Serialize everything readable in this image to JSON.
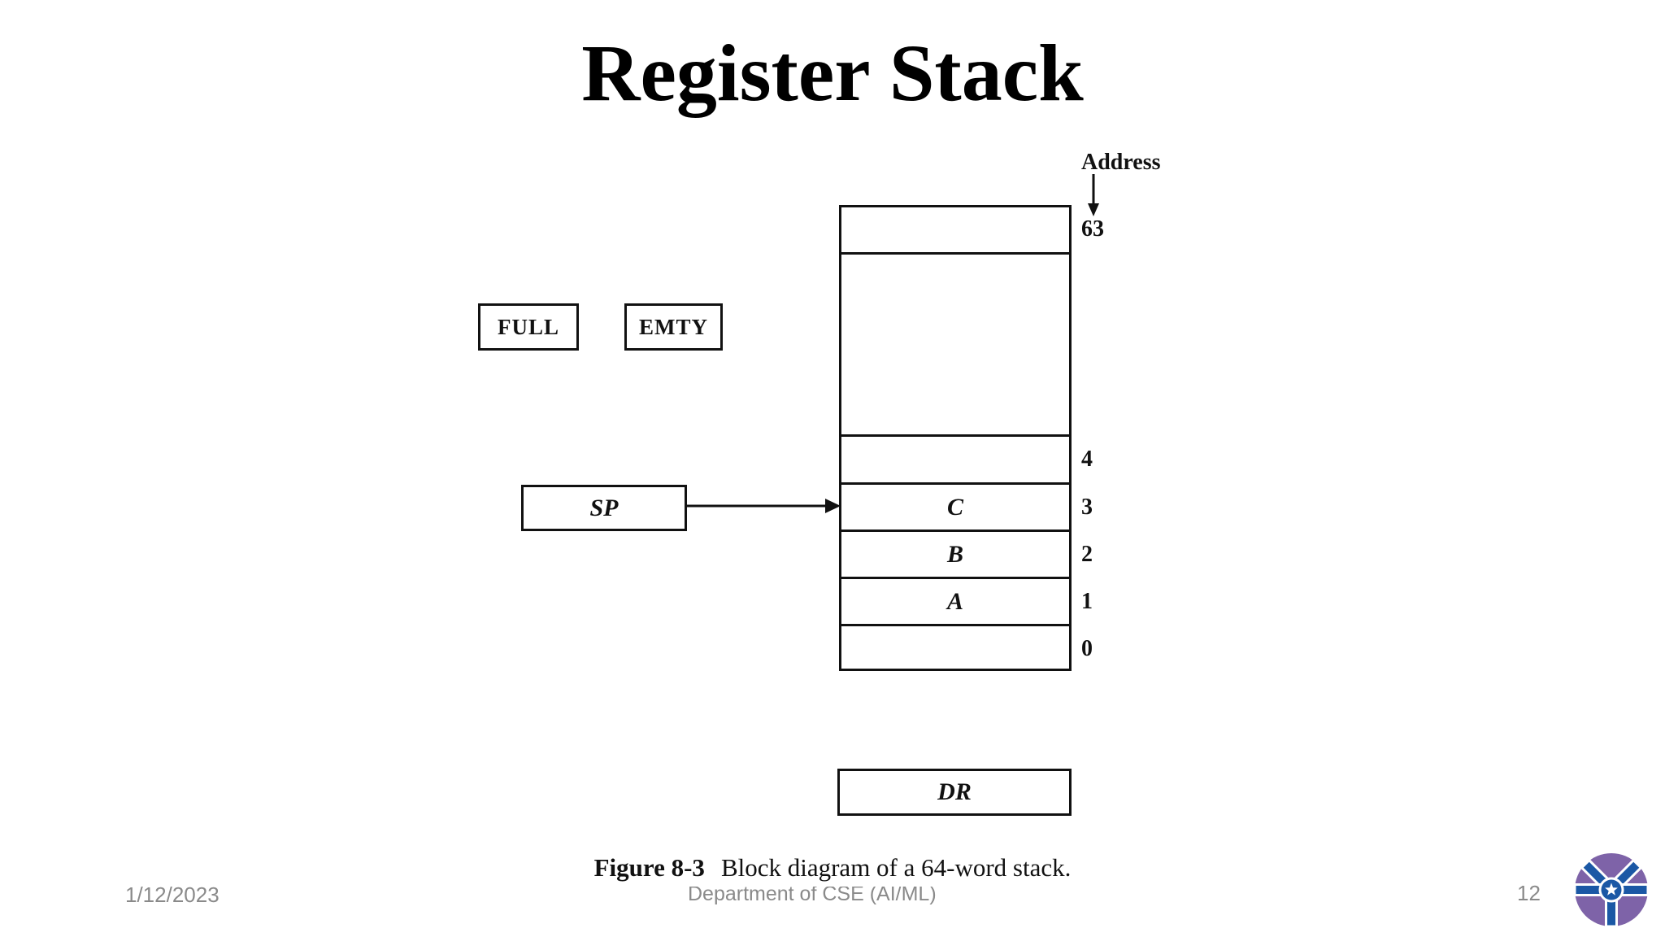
{
  "page": {
    "title": "Register Stack",
    "footer": {
      "date": "1/12/2023",
      "department": "Department of CSE (AI/ML)",
      "page_number": "12"
    }
  },
  "figure": {
    "address_label": "Address",
    "full_label": "FULL",
    "emty_label": "EMTY",
    "sp_label": "SP",
    "dr_label": "DR",
    "stack": {
      "top_address": "63",
      "rows": [
        {
          "addr": "4",
          "value": ""
        },
        {
          "addr": "3",
          "value": "C"
        },
        {
          "addr": "2",
          "value": "B"
        },
        {
          "addr": "1",
          "value": "A"
        },
        {
          "addr": "0",
          "value": ""
        }
      ]
    },
    "caption": {
      "label": "Figure 8-3",
      "text": "Block diagram of a 64-word stack."
    }
  },
  "logo": {
    "purple": "#7e63a8",
    "blue": "#1b58a5",
    "star": "#ffffff"
  }
}
